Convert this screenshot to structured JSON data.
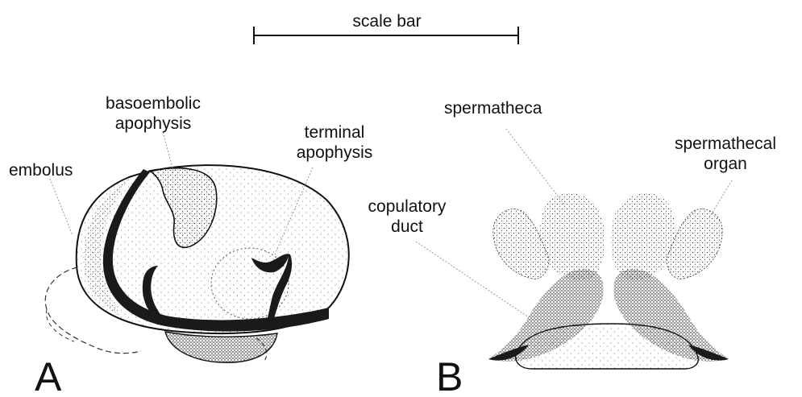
{
  "scale_bar": {
    "label": "scale bar"
  },
  "panel_a": {
    "letter": "A",
    "labels": {
      "basoembolic": [
        "basoembolic",
        "apophysis"
      ],
      "terminal": [
        "terminal",
        "apophysis"
      ],
      "embolus": "embolus"
    }
  },
  "panel_b": {
    "letter": "B",
    "labels": {
      "spermatheca": "spermatheca",
      "spermathecal_organ": [
        "spermathecal",
        "organ"
      ],
      "copulatory_duct": [
        "copulatory",
        "duct"
      ]
    }
  },
  "colors": {
    "ink": "#111111",
    "stipple": "#3a3a3a",
    "leader": "#9a9a9a"
  }
}
